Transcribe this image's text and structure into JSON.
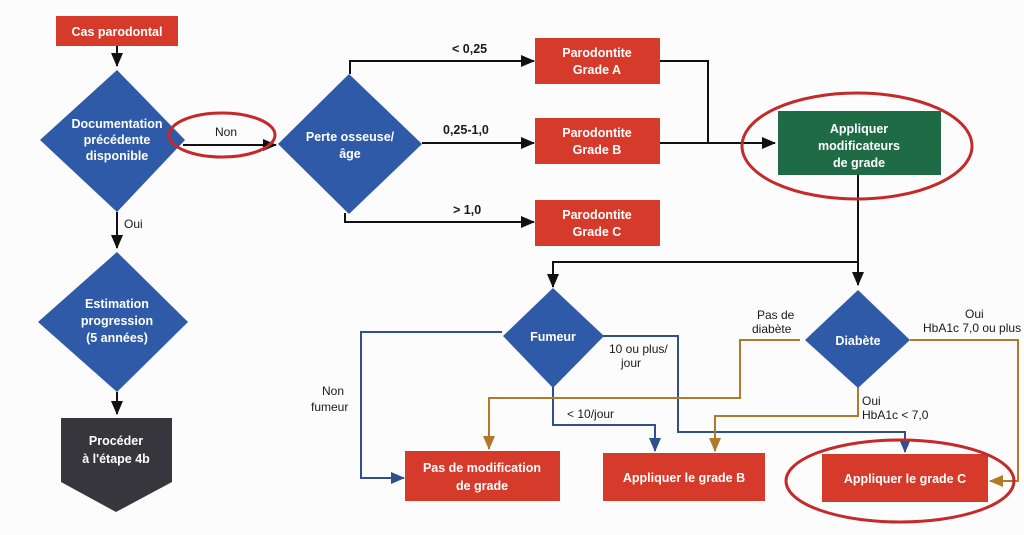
{
  "nodes": {
    "start": {
      "text": "Cas parodontal",
      "color": "#d63a2a"
    },
    "documentation": {
      "lines": [
        "Documentation",
        "précédente",
        "disponible"
      ],
      "color": "#2f5aa7"
    },
    "estimation": {
      "lines": [
        "Estimation",
        "progression",
        "(5 années)"
      ],
      "color": "#2f5aa7"
    },
    "proceder": {
      "lines": [
        "Procéder",
        "à l'étape 4b"
      ],
      "color": "#37363d"
    },
    "perte": {
      "lines": [
        "Perte osseuse/",
        "âge"
      ],
      "color": "#2f5aa7"
    },
    "grade_a": {
      "lines": [
        "Parodontite",
        "Grade A"
      ],
      "color": "#d63a2a"
    },
    "grade_b": {
      "lines": [
        "Parodontite",
        "Grade B"
      ],
      "color": "#d63a2a"
    },
    "grade_c": {
      "lines": [
        "Parodontite",
        "Grade C"
      ],
      "color": "#d63a2a"
    },
    "modificateurs": {
      "lines": [
        "Appliquer",
        "modificateurs",
        "de grade"
      ],
      "color": "#1f6b45"
    },
    "fumeur": {
      "text": "Fumeur",
      "color": "#2f5aa7"
    },
    "diabete": {
      "text": "Diabète",
      "color": "#2f5aa7"
    },
    "pas_modif": {
      "lines": [
        "Pas de modification",
        "de grade"
      ],
      "color": "#d63a2a"
    },
    "appliquer_b": {
      "text": "Appliquer le grade B",
      "color": "#d63a2a"
    },
    "appliquer_c": {
      "text": "Appliquer le grade C",
      "color": "#d63a2a"
    }
  },
  "edges": {
    "non": "Non",
    "oui": "Oui",
    "lt_025": "< 0,25",
    "range": "0,25-1,0",
    "gt_10": "> 1,0",
    "non_fumeur": [
      "Non",
      "fumeur"
    ],
    "dix_plus": [
      "10 ou plus/",
      "jour"
    ],
    "moins_dix": "< 10/jour",
    "pas_diabete": [
      "Pas de",
      "diabète"
    ],
    "oui_hba1c_high": [
      "Oui",
      "HbA1c 7,0 ou plus"
    ],
    "oui_hba1c_low": [
      "Oui",
      "HbA1c < 7,0"
    ]
  },
  "colors": {
    "arrow_black": "#111111",
    "arrow_blue": "#2f4f8f",
    "arrow_orange": "#b07a2a",
    "highlight": "#c42a2a"
  }
}
